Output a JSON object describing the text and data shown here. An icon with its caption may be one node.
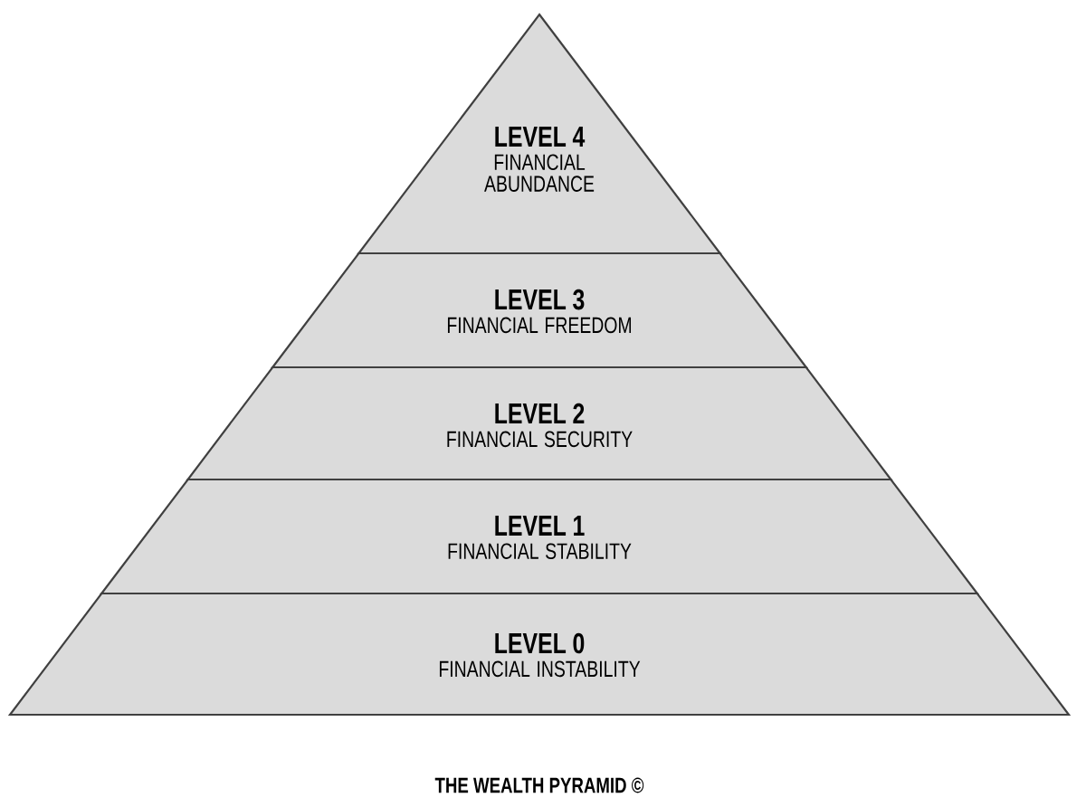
{
  "diagram": {
    "caption": "THE WEALTH PYRAMID ©",
    "nodes": [
      {
        "text": [
          "LEVEL 4",
          "FINANCIAL ABUNDANCE"
        ]
      },
      {
        "text": [
          "LEVEL 3",
          "FINANCIAL FREEDOM"
        ]
      },
      {
        "text": [
          "LEVEL 2",
          "FINANCIAL SECURITY"
        ]
      },
      {
        "text": [
          "LEVEL 1",
          "FINANCIAL STABILITY"
        ]
      },
      {
        "text": [
          "LEVEL 0",
          "FINANCIAL INSTABILITY"
        ]
      }
    ]
  }
}
